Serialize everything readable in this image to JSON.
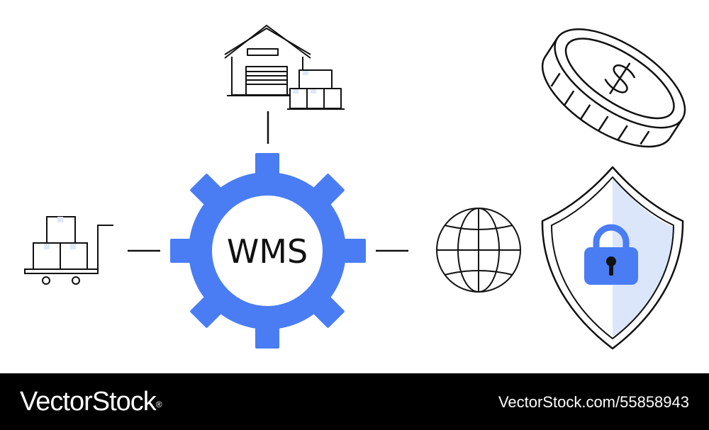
{
  "center_label": "WMS",
  "footer": {
    "brand": "VectorStock",
    "registered_mark": "®",
    "image_id": "VectorStock.com/55858943"
  },
  "icons": [
    "warehouse-icon",
    "hand-truck-boxes-icon",
    "gear-icon",
    "globe-icon",
    "coin-icon",
    "shield-lock-icon"
  ],
  "colors": {
    "accent": "#4A7DF4",
    "accent_light": "#DCE6FB",
    "box_tint": "#DDE7F7",
    "line": "#111111",
    "footer_bg": "#000000",
    "footer_text": "#FFFFFF"
  }
}
